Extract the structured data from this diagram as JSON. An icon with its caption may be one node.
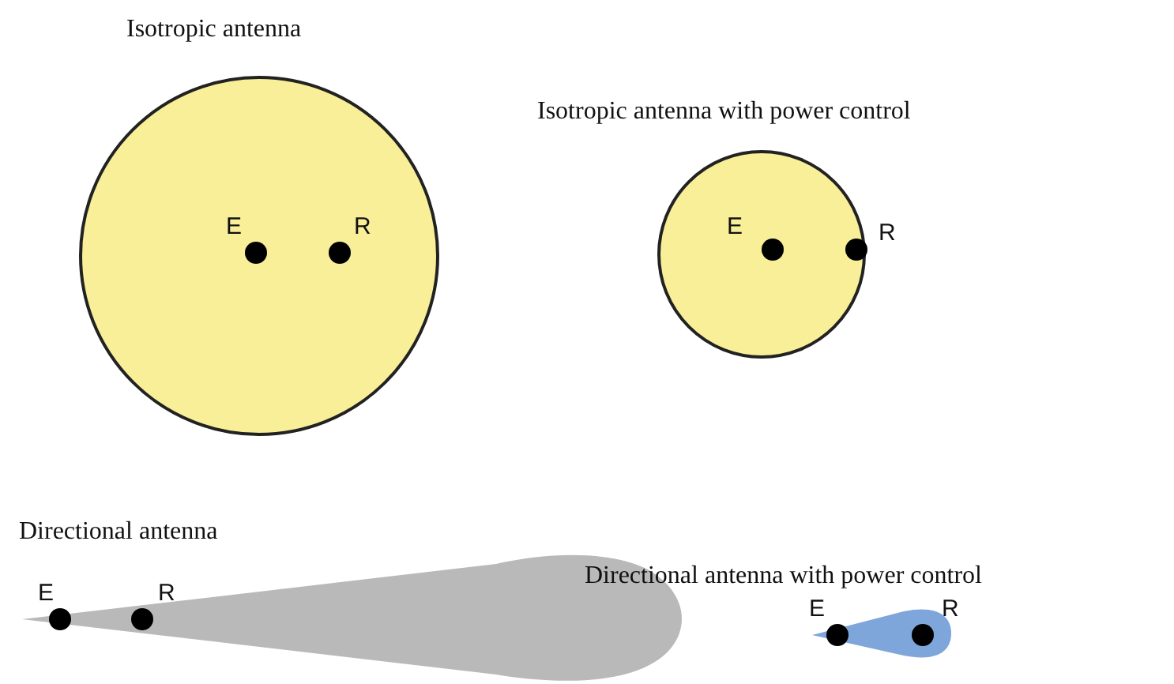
{
  "diagram": {
    "nodes": [
      {
        "text": [
          "Isotropic antenna"
        ]
      },
      {
        "text": [
          "Isotropic antenna with power control"
        ]
      },
      {
        "text": [
          "Directional antenna"
        ]
      },
      {
        "text": [
          "Directional antenna with power control"
        ]
      }
    ],
    "edges": [],
    "labels": [
      "E",
      "R",
      "E",
      "R",
      "E",
      "R",
      "E",
      "R"
    ]
  }
}
